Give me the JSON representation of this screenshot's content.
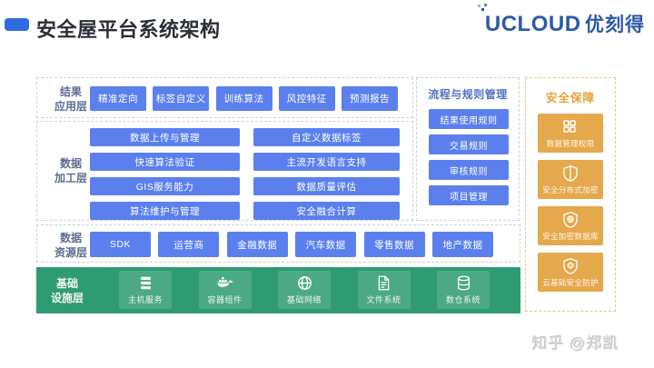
{
  "header": {
    "title": "安全屋平台系统架构",
    "logo": {
      "brand": "UCLOUD",
      "brand_cn": "优刻得"
    }
  },
  "layers": {
    "results": {
      "label": "结果\n应用层",
      "items": [
        "精准定向",
        "标签自定义",
        "训练算法",
        "风控特征",
        "预测报告"
      ]
    },
    "processing": {
      "label": "数据\n加工层",
      "left": [
        "数据上传与管理",
        "快速算法验证",
        "GIS服务能力",
        "算法维护与管理"
      ],
      "right": [
        "自定义数据标签",
        "主流开发语言支持",
        "数据质量评估",
        "安全融合计算"
      ]
    },
    "resources": {
      "label": "数据\n资源层",
      "items": [
        "SDK",
        "运营商",
        "金融数据",
        "汽车数据",
        "零售数据",
        "地产数据"
      ]
    },
    "infrastructure": {
      "label": "基础\n设施层",
      "items": [
        {
          "label": "主机服务",
          "icon": "server-stack-icon"
        },
        {
          "label": "容器组件",
          "icon": "docker-whale-icon"
        },
        {
          "label": "基础网络",
          "icon": "globe-icon"
        },
        {
          "label": "文件系统",
          "icon": "file-icon"
        },
        {
          "label": "数仓系统",
          "icon": "data-warehouse-icon"
        }
      ]
    }
  },
  "process_rules": {
    "title": "流程与规则管理",
    "items": [
      "结果使用规则",
      "交易规则",
      "审核规则",
      "项目管理"
    ]
  },
  "security": {
    "title": "安全保障",
    "items": [
      {
        "label": "数据管理权限",
        "icon": "grid-icon"
      },
      {
        "label": "安全分布式加密",
        "icon": "shield-split-icon"
      },
      {
        "label": "安全加密数据库",
        "icon": "shield-globe-icon"
      },
      {
        "label": "云基础安全防护",
        "icon": "shield-gear-icon"
      }
    ]
  },
  "watermark": "知乎 @郑凯",
  "colors": {
    "box_blue": "#5b80ee",
    "band_green": "#2f9b73",
    "box_orange": "#e5a84d",
    "security_title_orange": "#e8a23a",
    "rules_title_blue": "#5374c2",
    "layer_label_slate": "#5d6d92",
    "title_bullet_blue": "#2f6be0",
    "logo_blue": "#2c59a7"
  }
}
